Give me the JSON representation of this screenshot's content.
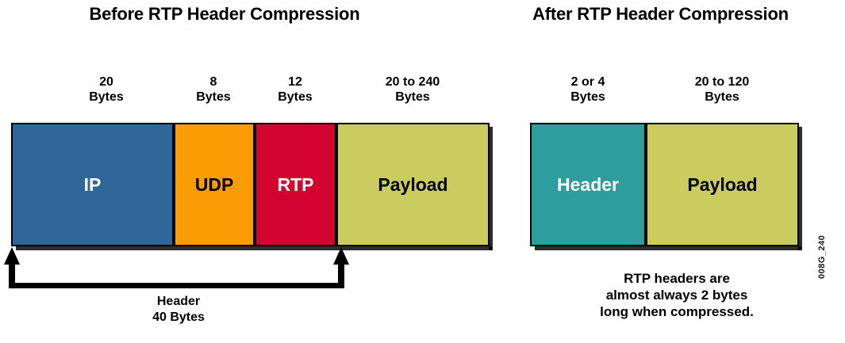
{
  "titles": {
    "before": "Before RTP Header Compression",
    "after": "After RTP Header Compression"
  },
  "colors": {
    "ip": "#30679B",
    "udp": "#FA9D05",
    "rtp": "#D30430",
    "payload": "#CBCC60",
    "header_compressed": "#2E9D9D",
    "outline": "#000000",
    "background": "#FFFFFF"
  },
  "before_diagram": {
    "blocks": [
      {
        "label": "IP",
        "size_value": "20",
        "size_unit": "Bytes"
      },
      {
        "label": "UDP",
        "size_value": "8",
        "size_unit": "Bytes"
      },
      {
        "label": "RTP",
        "size_value": "12",
        "size_unit": "Bytes"
      },
      {
        "label": "Payload",
        "size_value": "20 to 240",
        "size_unit": "Bytes"
      }
    ],
    "bracket": {
      "caption_line1": "Header",
      "caption_line2": "40 Bytes"
    }
  },
  "after_diagram": {
    "blocks": [
      {
        "label": "Header",
        "size_value": "2 or 4",
        "size_unit": "Bytes"
      },
      {
        "label": "Payload",
        "size_value": "20 to 120",
        "size_unit": "Bytes"
      }
    ],
    "note": {
      "line1": "RTP headers are",
      "line2": "almost always 2 bytes",
      "line3": "long when compressed."
    }
  },
  "figure_code": "008G_240"
}
